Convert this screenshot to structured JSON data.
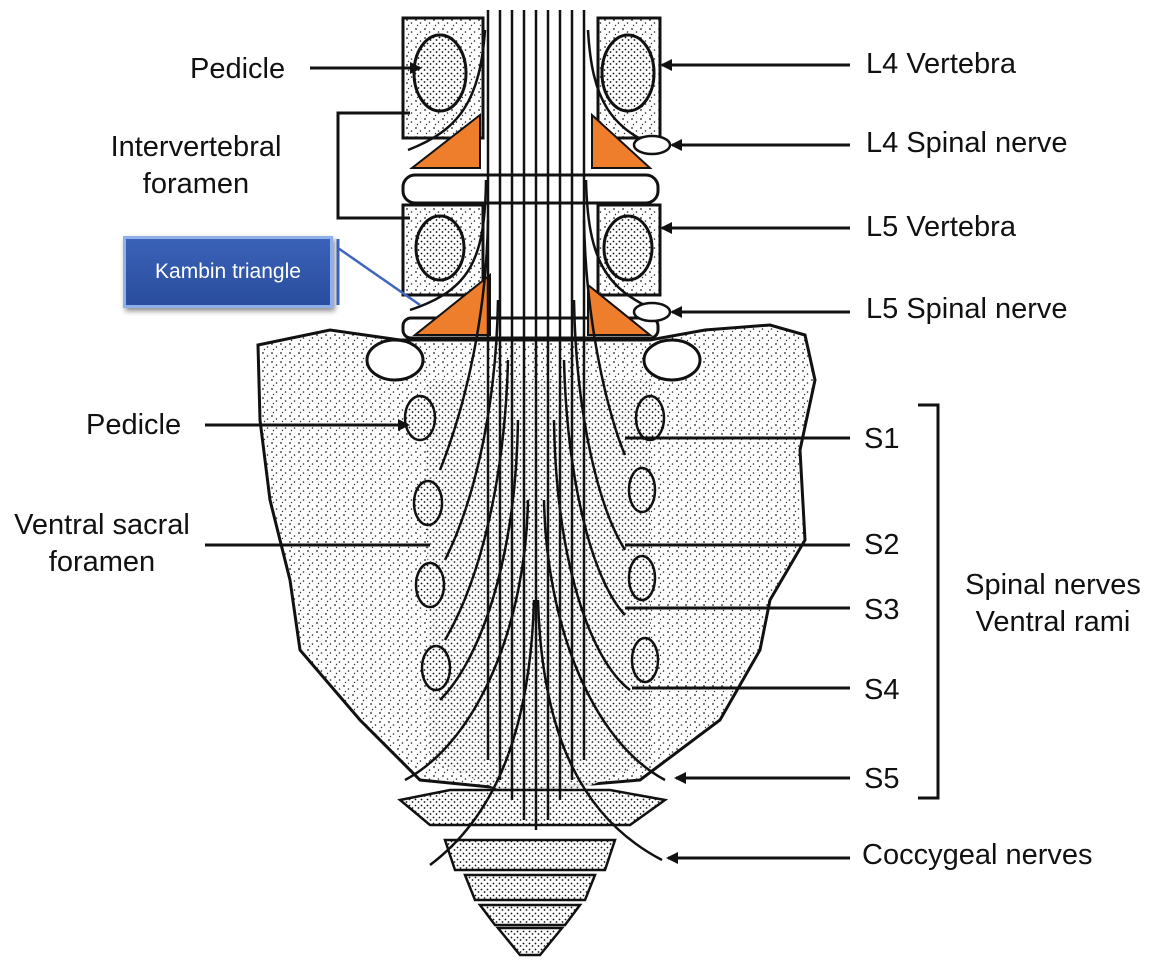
{
  "labels": {
    "pedicle_top": "Pedicle",
    "intervertebral_foramen_1": "Intervertebral",
    "intervertebral_foramen_2": "foramen",
    "kambin_triangle": "Kambin triangle",
    "pedicle_sacral": "Pedicle",
    "ventral_sacral_foramen_1": "Ventral sacral",
    "ventral_sacral_foramen_2": "foramen",
    "l4_vertebra": "L4 Vertebra",
    "l4_spinal_nerve": "L4 Spinal nerve",
    "l5_vertebra": "L5 Vertebra",
    "l5_spinal_nerve": "L5 Spinal nerve",
    "s1": "S1",
    "s2": "S2",
    "s3": "S3",
    "s4": "S4",
    "s5": "S5",
    "spinal_nerves_ventral_rami_1": "Spinal nerves",
    "spinal_nerves_ventral_rami_2": "Ventral rami",
    "coccygeal_nerves": "Coccygeal nerves"
  },
  "colors": {
    "kambin_triangle_fill": "#ee7d2c",
    "kambin_label_fill": "#2f55a8",
    "kambin_label_border": "#8fb0ea",
    "line": "#111111"
  }
}
